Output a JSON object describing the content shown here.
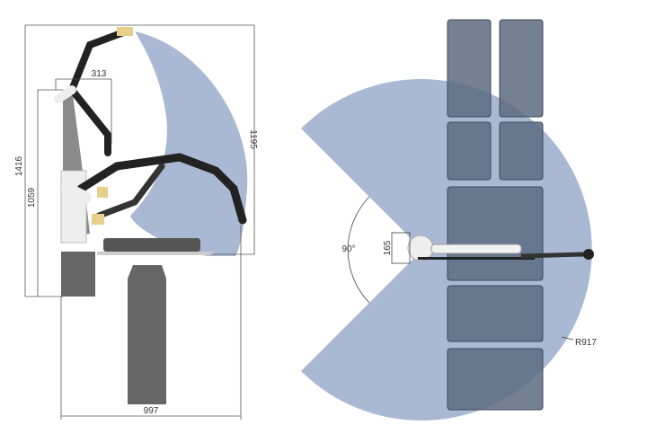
{
  "side_view": {
    "dimensions": {
      "height_total": "1416",
      "height_column": "1059",
      "arm_offset": "313",
      "reach_height": "1195",
      "base_width": "997"
    }
  },
  "top_view": {
    "dimensions": {
      "angle": "90°",
      "head_width": "165",
      "radius": "R917"
    }
  },
  "colors": {
    "reach_area": "#a9b9d4",
    "table_pad": "#5c6b80",
    "column": "#6a6a6a"
  }
}
